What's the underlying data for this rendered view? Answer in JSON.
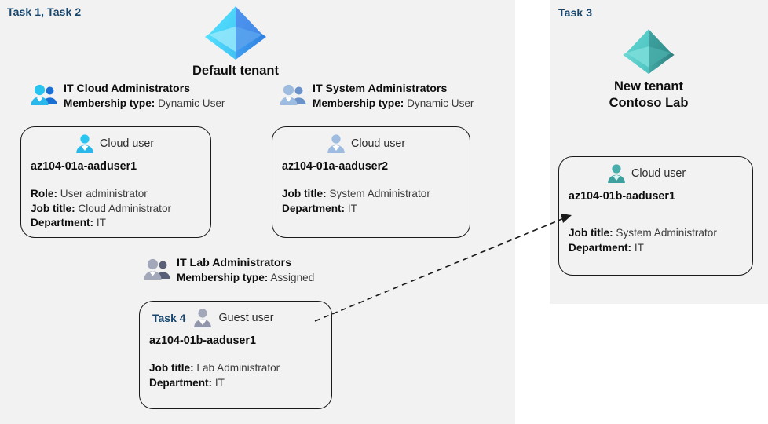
{
  "panels": {
    "left": {
      "task_label": "Task 1, Task 2"
    },
    "right": {
      "task_label": "Task 3"
    }
  },
  "tenants": [
    {
      "id": "default-tenant",
      "icon": "azure-ad-tenant-icon",
      "name_line1": "Default tenant",
      "name_line2": ""
    },
    {
      "id": "new-tenant",
      "icon": "azure-ad-tenant-icon",
      "name_line1": "New  tenant",
      "name_line2": "Contoso Lab"
    }
  ],
  "groups": [
    {
      "id": "it-cloud-administrators",
      "icon": "group-users-icon",
      "name": "IT Cloud Administrators",
      "meta_label": "Membership type:",
      "meta_value": "Dynamic User"
    },
    {
      "id": "it-system-administrators",
      "icon": "group-users-icon",
      "name": "IT System Administrators",
      "meta_label": "Membership type:",
      "meta_value": "Dynamic User"
    },
    {
      "id": "it-lab-administrators",
      "icon": "group-users-icon",
      "name": "IT Lab Administrators",
      "meta_label": "Membership type:",
      "meta_value": "Assigned"
    }
  ],
  "cards": [
    {
      "id": "az104-01a-aaduser1",
      "task": "",
      "kind": "Cloud user",
      "icon": "cloud-user-icon",
      "upn": "az104-01a-aaduser1",
      "attrs": [
        {
          "label": "Role:",
          "value": "User administrator"
        },
        {
          "label": "Job title:",
          "value": "Cloud Administrator"
        },
        {
          "label": "Department:",
          "value": "IT"
        }
      ]
    },
    {
      "id": "az104-01a-aaduser2",
      "task": "",
      "kind": "Cloud user",
      "icon": "cloud-user-icon",
      "upn": "az104-01a-aaduser2",
      "attrs": [
        {
          "label": "Job title:",
          "value": "System Administrator"
        },
        {
          "label": "Department:",
          "value": "IT"
        }
      ]
    },
    {
      "id": "az104-01b-aaduser1-guest",
      "task": "Task 4",
      "kind": "Guest user",
      "icon": "guest-user-icon",
      "upn": "az104-01b-aaduser1",
      "attrs": [
        {
          "label": "Job title:",
          "value": "Lab Administrator"
        },
        {
          "label": "Department:",
          "value": "IT"
        }
      ]
    },
    {
      "id": "az104-01b-aaduser1-cloud",
      "task": "",
      "kind": "Cloud user",
      "icon": "cloud-user-icon",
      "upn": "az104-01b-aaduser1",
      "attrs": [
        {
          "label": "Job title:",
          "value": "System Administrator"
        },
        {
          "label": "Department:",
          "value": "IT"
        }
      ]
    }
  ],
  "connector": {
    "name": "guest-invitation-arrow",
    "style": "dashed-arrow"
  },
  "colors": {
    "panel_background": "#f2f2f2",
    "task_label": "#17456b",
    "card_border": "#1a1a1a",
    "tenant_blue_light": "#50e6ff",
    "tenant_blue_dark": "#3a8fe8",
    "tenant_teal_light": "#63d1cd",
    "tenant_teal_dark": "#2f9b96",
    "user_cyan": "#21b2e8",
    "user_gray": "#8b8fa3",
    "user_teal": "#3aa9a5"
  }
}
